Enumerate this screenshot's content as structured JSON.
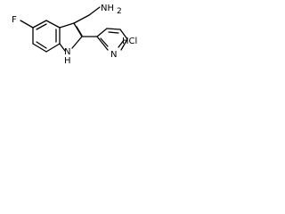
{
  "molecule": {
    "atoms": {
      "fluorine": "F",
      "amine": "NH",
      "amine_subscript": "2",
      "indole_nitrogen": "N",
      "indole_hydrogen": "H",
      "pyridine_nitrogen": "N",
      "salt": "HCl"
    }
  }
}
